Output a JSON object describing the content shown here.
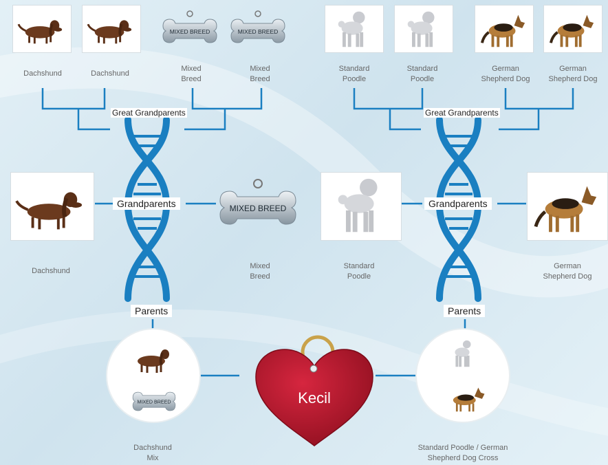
{
  "great_grandparents": {
    "left": [
      "Dachshund",
      "Dachshund",
      "Mixed\nBreed",
      "Mixed\nBreed"
    ],
    "right": [
      "Standard\nPoodle",
      "Standard\nPoodle",
      "German\nShepherd Dog",
      "German\nShepherd Dog"
    ],
    "label": "Great Grandparents"
  },
  "grandparents": {
    "label": "Grandparents",
    "items": [
      "Dachshund",
      "Mixed\nBreed",
      "Standard\nPoodle",
      "German\nShepherd Dog"
    ]
  },
  "parents": {
    "label": "Parents",
    "left": "Dachshund\nMix",
    "right": "Standard Poodle / German\nShepherd Dog Cross"
  },
  "tag_text": "MIXED BREED",
  "dog_name": "Kecil",
  "colors": {
    "line": "#1a7fc1",
    "heart": "#c8102e",
    "dna": "#1a7fc1"
  }
}
